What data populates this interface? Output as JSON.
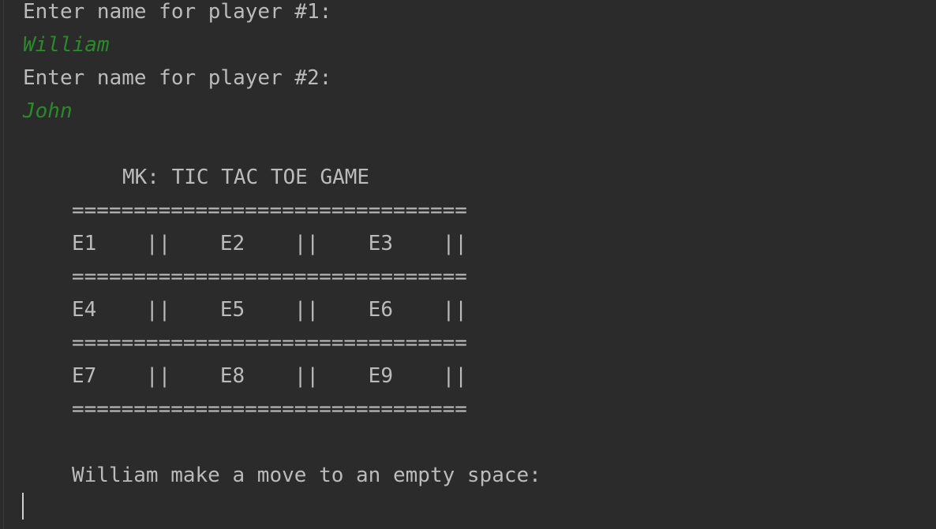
{
  "console": {
    "prompt_player1": "Enter name for player #1:",
    "input_player1": "William",
    "prompt_player2": "Enter name for player #2:",
    "input_player2": "John",
    "game_title": "MK: TIC TAC TOE GAME",
    "divider": "================================",
    "board_rows": [
      "E1    ||    E2    ||    E3    ||",
      "E4    ||    E5    ||    E6    ||",
      "E7    ||    E8    ||    E9    ||"
    ],
    "move_prompt": "William make a move to an empty space:"
  }
}
